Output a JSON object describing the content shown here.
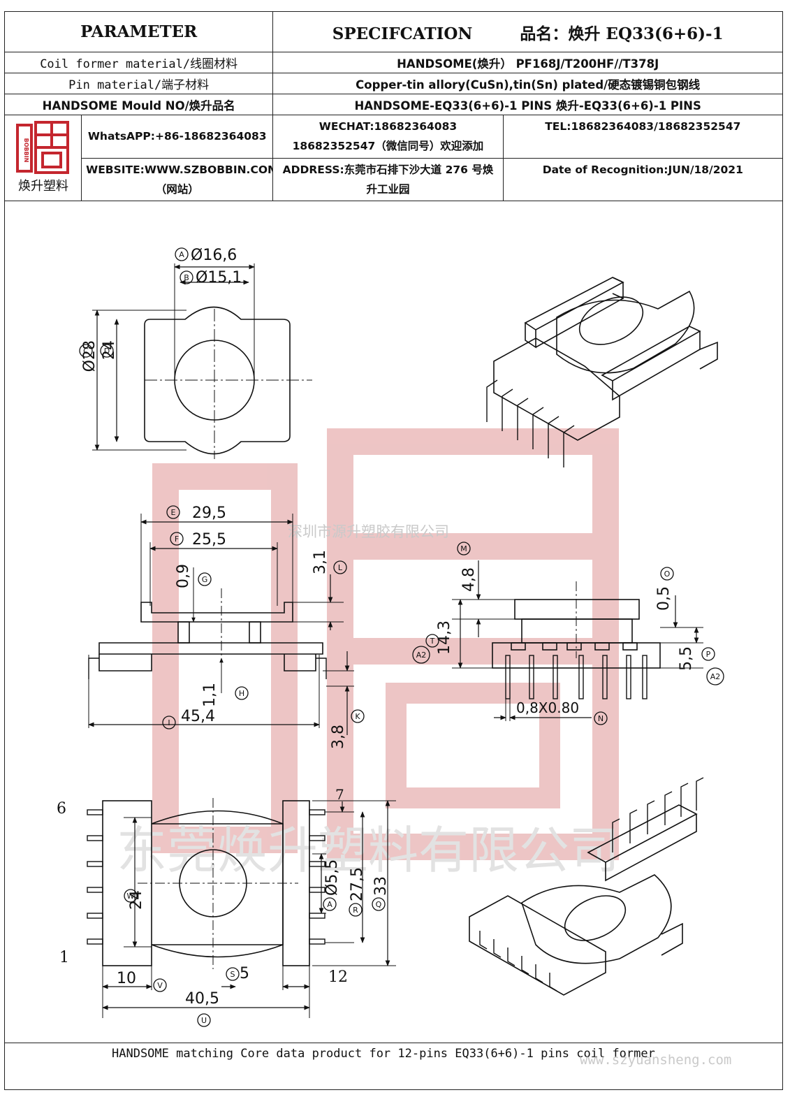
{
  "header": {
    "parameter": "PARAMETER",
    "specification": "SPECIFCATION",
    "product_name_label": "品名：",
    "product_name": "焕升 EQ33(6+6)-1"
  },
  "rows": [
    {
      "label": "Coil former material/线圈材料",
      "value": "HANDSOME(焕升）    PF168J/T200HF//T378J"
    },
    {
      "label": "Pin material/端子材料",
      "value": "Copper-tin allory(CuSn),tin(Sn) plated/硬态镀锡铜包钢线"
    },
    {
      "label": "HANDSOME Mould NO/焕升品名",
      "value": "HANDSOME-EQ33(6+6)-1 PINS    焕升-EQ33(6+6)-1 PINS"
    }
  ],
  "contact": {
    "logo_caption": "焕升塑料",
    "logo_text": "BOBBIN",
    "whatsapp": "WhatsAPP:+86-18682364083",
    "wechat": "WECHAT:18682364083 18682352547（微信同号）欢迎添加",
    "tel": "TEL:18682364083/18682352547",
    "website": "WEBSITE:WWW.SZBOBBIN.COM（网站）",
    "address": "ADDRESS:东莞市石排下沙大道 276 号焕升工业园",
    "date": "Date of Recognition:JUN/18/2021"
  },
  "watermarks": {
    "company_small": "深圳市源升塑胶有限公司",
    "company_large": "东莞焕升塑料有限公司"
  },
  "dimensions": {
    "A": "Ø16,6",
    "B": "Ø15,1",
    "C": "Ø28",
    "D": "24",
    "E": "29,5",
    "F": "25,5",
    "G": "0,9",
    "L": "3,1",
    "H": "1,1",
    "I": "45,4",
    "K": "3,8",
    "M": "4,8",
    "T": "14,3",
    "P": "5,5",
    "O": "0,5",
    "N": "0,8X0.80",
    "top7": "7",
    "W": "24",
    "V": "10",
    "S": "5",
    "R12": "12",
    "U": "40,5",
    "Z": "Ø5,5",
    "Y": "27,5",
    "Q": "33",
    "pin6": "6",
    "pin1": "1"
  },
  "circle_letters": {
    "A": "A",
    "B": "B",
    "C": "C",
    "D": "D",
    "E": "E",
    "F": "F",
    "G": "G",
    "H": "H",
    "I": "I",
    "K": "K",
    "L": "L",
    "M": "M",
    "N": "N",
    "O": "O",
    "P": "P",
    "Q": "Q",
    "R": "R",
    "S": "S",
    "T": "T",
    "U": "U",
    "V": "V",
    "W": "W",
    "A2": "A2"
  },
  "footer": {
    "text": "HANDSOME matching Core data  product for 12-pins EQ33(6+6)-1 pins coil former",
    "site": "www.szyuansheng.com"
  },
  "colors": {
    "watermark_red": "#e8b2b2",
    "logo_red": "#c4262e",
    "line": "#111111"
  }
}
